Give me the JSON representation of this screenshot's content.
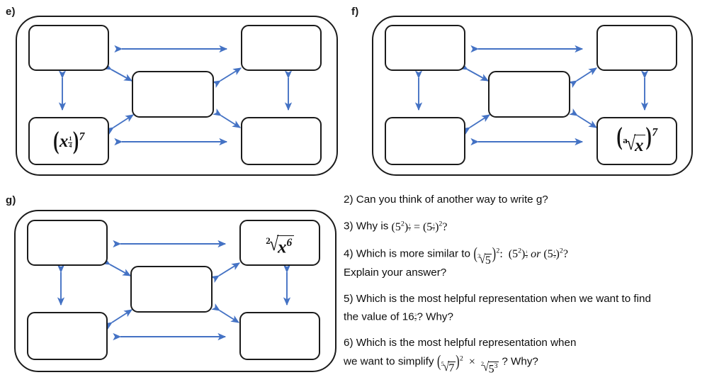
{
  "page": {
    "background": "#ffffff",
    "arrow_color": "#4472C4",
    "line_color": "#1b1b1b"
  },
  "diagrams": [
    {
      "id": "e",
      "label": "e)",
      "nodes": [
        {
          "name": "top-left",
          "text": ""
        },
        {
          "name": "top-right",
          "text": ""
        },
        {
          "name": "center",
          "text": ""
        },
        {
          "name": "bottom-left",
          "text": "(x^(1/4))^7"
        },
        {
          "name": "bottom-right",
          "text": ""
        }
      ],
      "connections": [
        "top-left <-> top-right",
        "top-left <-> center",
        "top-right <-> center",
        "top-left <-> bottom-left",
        "top-right <-> bottom-right",
        "bottom-left <-> center",
        "bottom-right <-> center",
        "bottom-left <-> bottom-right"
      ]
    },
    {
      "id": "f",
      "label": "f)",
      "nodes": [
        {
          "name": "top-left",
          "text": ""
        },
        {
          "name": "top-right",
          "text": ""
        },
        {
          "name": "center",
          "text": ""
        },
        {
          "name": "bottom-left",
          "text": ""
        },
        {
          "name": "bottom-right",
          "text": "(a-th root of x)^7"
        }
      ],
      "connections": [
        "top-left <-> top-right",
        "top-left <-> center",
        "top-right <-> center",
        "top-left <-> bottom-left",
        "top-right <-> bottom-right",
        "bottom-left <-> center",
        "bottom-right <-> center",
        "bottom-left <-> bottom-right"
      ]
    },
    {
      "id": "g",
      "label": "g)",
      "nodes": [
        {
          "name": "top-left",
          "text": ""
        },
        {
          "name": "top-right",
          "text": "2nd root of x^6"
        },
        {
          "name": "center",
          "text": ""
        },
        {
          "name": "bottom-left",
          "text": ""
        },
        {
          "name": "bottom-right",
          "text": ""
        }
      ],
      "connections": [
        "top-left <-> top-right",
        "top-left <-> center",
        "top-right <-> center",
        "top-left <-> bottom-left",
        "top-right <-> bottom-right",
        "bottom-left <-> center",
        "bottom-right <-> center",
        "bottom-left <-> bottom-right"
      ]
    }
  ],
  "questions": [
    {
      "number": "2)",
      "text": "2) Can you think of another way to write g?"
    },
    {
      "number": "3)",
      "text": "3) Why is (5²)^(1/3) = (5^(1/3))² ?"
    },
    {
      "number": "4)",
      "text": "4) Which is more similar to (³√5)² : (5²)^(1/3) or (5^(1/3))² ? Explain your answer?",
      "line2": "Explain your answer?"
    },
    {
      "number": "5)",
      "text": "5) Which is the most helpful representation when we want to find the value of 16^(3/2)? Why?",
      "line1": "5) Which is the most helpful representation when we want to find",
      "line2": "the value of 16^(3/2)? Why?"
    },
    {
      "number": "6)",
      "text": "6) Which is the most helpful representation when we want to simplify (⁵√7)² × ²√(5³) ? Why?",
      "line1": "6) Which is the most helpful representation when",
      "line2": "we want to simplify (⁵√7)² × ²√(5³) ? Why?"
    }
  ],
  "question_fragments": {
    "q2": "2) Can you think of another way to write g?",
    "q3_lead": "3) Why is",
    "q4_lead": "4) Which is more similar to",
    "q4_line2": "Explain your answer?",
    "q5_line1": "5) Which is the most helpful representation when we want to find",
    "q5_line2_lead": "the value of 16",
    "q5_line2_tail": "? Why?",
    "q6_line1": "6) Which is the most helpful representation when",
    "q6_line2_lead": "we want to simplify",
    "q6_tail": "? Why?",
    "or_word": "or",
    "times_sign": "×",
    "colon": ":",
    "equals": "=",
    "question_mark": "?"
  }
}
